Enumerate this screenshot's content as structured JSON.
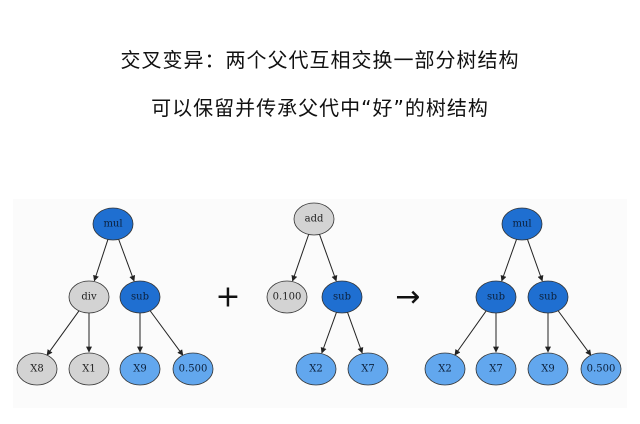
{
  "title": {
    "line1": "交叉变异：两个父代互相交换一部分树结构",
    "line2": "可以保留并传承父代中“好”的树结构"
  },
  "operators": {
    "plus": "+",
    "arrow": "→"
  },
  "colors": {
    "dark_node": "#1f6fd1",
    "light_node": "#62a7ee",
    "grey_node": "#d3d3d3",
    "edge": "#222222",
    "node_stroke": "#333333"
  },
  "trees": [
    {
      "name": "parent-1",
      "nodes": [
        {
          "label": "mul",
          "color": "dark_node"
        },
        {
          "label": "div",
          "color": "grey_node"
        },
        {
          "label": "sub",
          "color": "dark_node"
        },
        {
          "label": "X8",
          "color": "grey_node"
        },
        {
          "label": "X1",
          "color": "grey_node"
        },
        {
          "label": "X9",
          "color": "light_node"
        },
        {
          "label": "0.500",
          "color": "light_node"
        }
      ],
      "edges": [
        [
          0,
          1
        ],
        [
          0,
          2
        ],
        [
          1,
          3
        ],
        [
          1,
          4
        ],
        [
          2,
          5
        ],
        [
          2,
          6
        ]
      ]
    },
    {
      "name": "parent-2",
      "nodes": [
        {
          "label": "add",
          "color": "grey_node"
        },
        {
          "label": "0.100",
          "color": "grey_node"
        },
        {
          "label": "sub",
          "color": "dark_node"
        },
        {
          "label": "X2",
          "color": "light_node"
        },
        {
          "label": "X7",
          "color": "light_node"
        }
      ],
      "edges": [
        [
          0,
          1
        ],
        [
          0,
          2
        ],
        [
          2,
          3
        ],
        [
          2,
          4
        ]
      ]
    },
    {
      "name": "offspring",
      "nodes": [
        {
          "label": "mul",
          "color": "dark_node"
        },
        {
          "label": "sub",
          "color": "dark_node"
        },
        {
          "label": "sub",
          "color": "dark_node"
        },
        {
          "label": "X2",
          "color": "light_node"
        },
        {
          "label": "X7",
          "color": "light_node"
        },
        {
          "label": "X9",
          "color": "light_node"
        },
        {
          "label": "0.500",
          "color": "light_node"
        }
      ],
      "edges": [
        [
          0,
          1
        ],
        [
          0,
          2
        ],
        [
          1,
          3
        ],
        [
          1,
          4
        ],
        [
          2,
          5
        ],
        [
          2,
          6
        ]
      ]
    }
  ]
}
